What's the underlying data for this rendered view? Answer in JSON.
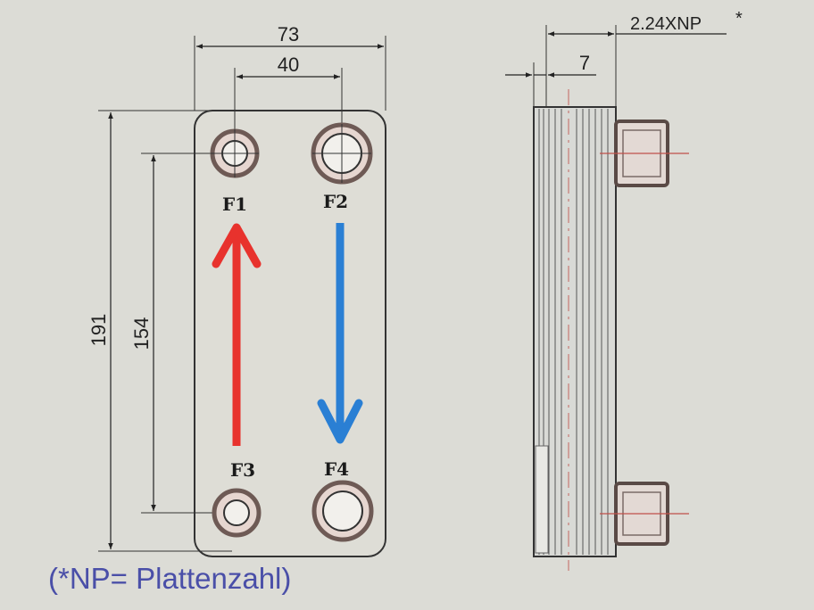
{
  "dimensions": {
    "width_total": "73",
    "port_spacing_horizontal": "40",
    "height_total": "191",
    "port_spacing_vertical": "154",
    "side_offset": "7",
    "depth_formula": "2.24XNP",
    "depth_asterisk": "*"
  },
  "ports": {
    "f1": "F1",
    "f2": "F2",
    "f3": "F3",
    "f4": "F4"
  },
  "arrows": {
    "hot_color": "#e8322d",
    "cold_color": "#2a7fd4"
  },
  "note": "(*NP= Plattenzahl)"
}
